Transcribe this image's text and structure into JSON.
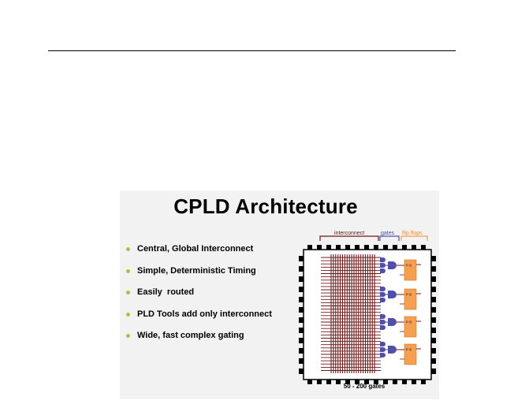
{
  "slide": {
    "title": "CPLD Architecture",
    "bullets": [
      "Central, Global Interconnect",
      "Simple, Deterministic Timing",
      "Easily  routed",
      "PLD Tools add only interconnect",
      "Wide, fast complex gating"
    ]
  },
  "diagram": {
    "labels": {
      "interconnect": "interconnect",
      "gates": "gates",
      "flip_flops": "flip flops",
      "size": "50 - 200 gates"
    },
    "flip_flop_pins": "D  Q",
    "colors": {
      "interconnect": "#6b1a1a",
      "gates": "#5050a8",
      "flip_flops": "#f5a050",
      "frame": "#000000",
      "bullet": "#a9c23f"
    }
  }
}
